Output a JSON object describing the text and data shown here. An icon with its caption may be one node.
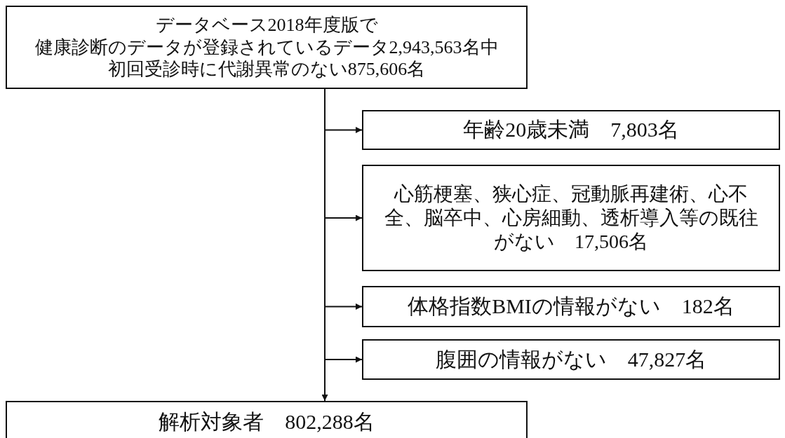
{
  "diagram": {
    "nodes": [
      {
        "text": [
          "データベース2018年度版で",
          "健康診断のデータが登録されているデータ2,943,563名中",
          "初回受診時に代謝異常のない875,606名"
        ]
      },
      {
        "text": [
          "年齢20歳未満　7,803名"
        ]
      },
      {
        "text": [
          "心筋梗塞、狭心症、冠動脈再建術、心不全、脳卒中、心房細動、透析導入等の既往がない　17,506名"
        ]
      },
      {
        "text": [
          "体格指数BMIの情報がない　182名"
        ]
      },
      {
        "text": [
          "腹囲の情報がない　47,827名"
        ]
      },
      {
        "text": [
          "解析対象者　802,288名"
        ]
      }
    ],
    "edges": [
      {
        "from": 0,
        "to": 5,
        "arrow": "to"
      },
      {
        "from": 0,
        "to": 1,
        "arrow": "to"
      },
      {
        "from": 0,
        "to": 2,
        "arrow": "to"
      },
      {
        "from": 0,
        "to": 3,
        "arrow": "to"
      },
      {
        "from": 0,
        "to": 4,
        "arrow": "to"
      }
    ]
  }
}
